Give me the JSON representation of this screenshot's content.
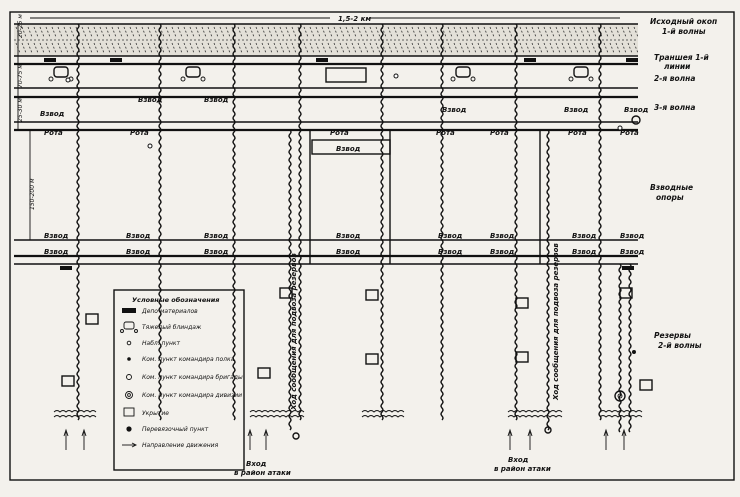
{
  "scale_label": "1,5-2 км",
  "right_labels": {
    "ishodny": "Исходный окоп 1-й волны",
    "ishodny_l1": "Исходный окоп",
    "ishodny_l2": "1-й волны",
    "transheya_l1": "Траншея 1-й",
    "transheya_l2": "линии",
    "volna2": "2-я волна",
    "volna3": "3-я волна",
    "vzvodnye_l1": "Взводные",
    "vzvodnye_l2": "опоры",
    "rezervy_l1": "Резервы",
    "rezervy_l2": "2-й волны"
  },
  "left_dims": {
    "d1": "20-25 м",
    "d2": "70-75 м",
    "d3": "25-30 м",
    "d4": "150-200 м"
  },
  "unit_label": "Взвод",
  "rota_label": "Рота",
  "comm_trench_label": "Ход сообщения для подвоза резервов",
  "comm_trench_label_2": "Ход сообщения для подвоза резервов",
  "exit_label_l1": "Вход",
  "exit_label_l2": "в район атаки",
  "legend": {
    "title": "Условные обозначения",
    "items": [
      {
        "icon": "depot-icon",
        "label": "Депо материалов"
      },
      {
        "icon": "heavy-dugout-icon",
        "label": "Тяжелый блиндаж"
      },
      {
        "icon": "observation-post-icon",
        "label": "Набл. пункт"
      },
      {
        "icon": "command-post-battalion-icon",
        "label": "Ком. пункт командира полка"
      },
      {
        "icon": "command-post-brigade-icon",
        "label": "Ком. пункт командира бригады"
      },
      {
        "icon": "command-post-division-icon",
        "label": "Ком. пункт командира дивизии"
      },
      {
        "icon": "shelter-icon",
        "label": "Укрытие"
      },
      {
        "icon": "dressing-station-icon",
        "label": "Перевязочный пункт"
      },
      {
        "icon": "movement-arrow-icon",
        "label": "Направление движения"
      }
    ]
  }
}
